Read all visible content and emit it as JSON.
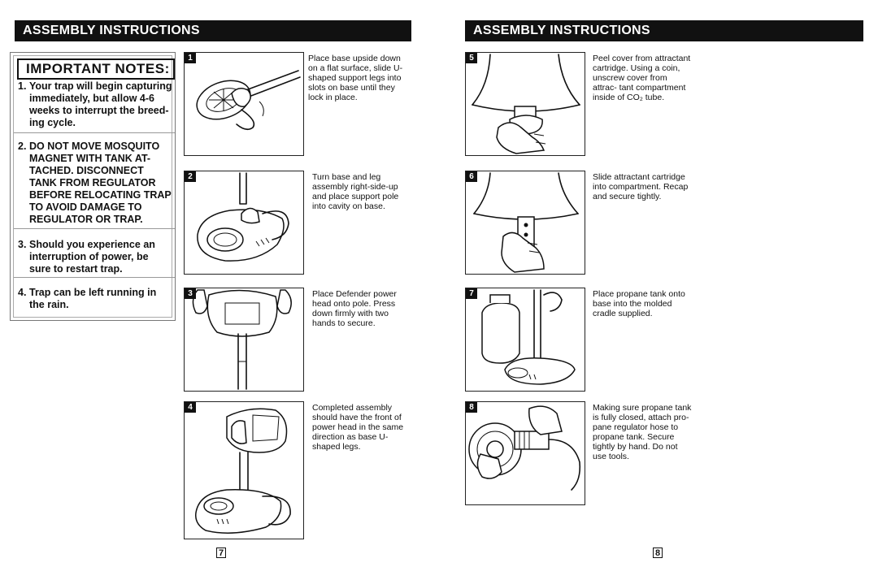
{
  "left_page": {
    "header": "ASSEMBLY INSTRUCTIONS",
    "notes": {
      "title": "IMPORTANT NOTES:",
      "items": [
        {
          "num": "1.",
          "text": "Your trap will begin capturing immediately, but allow 4-6 weeks to interrupt the breed- ing cycle."
        },
        {
          "num": "2.",
          "text": "DO NOT MOVE MOSQUITO MAGNET WITH TANK AT- TACHED. DISCONNECT TANK FROM REGULATOR BEFORE RELOCATING TRAP TO AVOID DAMAGE TO REGULATOR OR TRAP."
        },
        {
          "num": "3.",
          "text": "Should you experience an interruption of power, be sure to restart trap."
        },
        {
          "num": "4.",
          "text": "Trap can be left running in the rain."
        }
      ]
    },
    "steps": [
      {
        "num": "1",
        "text": "Place base upside down on a flat surface, slide U- shaped support legs into slots on base until they lock in place."
      },
      {
        "num": "2",
        "text": "Turn base and leg assembly right-side-up and place support pole into cavity on base."
      },
      {
        "num": "3",
        "text": "Place Defender power head onto pole. Press down firmly with two hands to secure."
      },
      {
        "num": "4",
        "text": "Completed assembly should have the front of power head in the same direction as base U-shaped legs."
      }
    ],
    "page_number": "7"
  },
  "right_page": {
    "header": "ASSEMBLY INSTRUCTIONS",
    "steps": [
      {
        "num": "5",
        "text": "Peel cover from attractant cartridge. Using a coin, unscrew cover from attrac- tant compartment inside of CO₂ tube."
      },
      {
        "num": "6",
        "text": "Slide attractant cartridge into compartment. Recap and secure tightly."
      },
      {
        "num": "7",
        "text": "Place propane tank onto base into the molded cradle supplied."
      },
      {
        "num": "8",
        "text": "Making sure propane tank is fully closed, attach pro- pane regulator hose to propane tank. Secure tightly by hand. Do not use tools."
      }
    ],
    "page_number": "8"
  }
}
